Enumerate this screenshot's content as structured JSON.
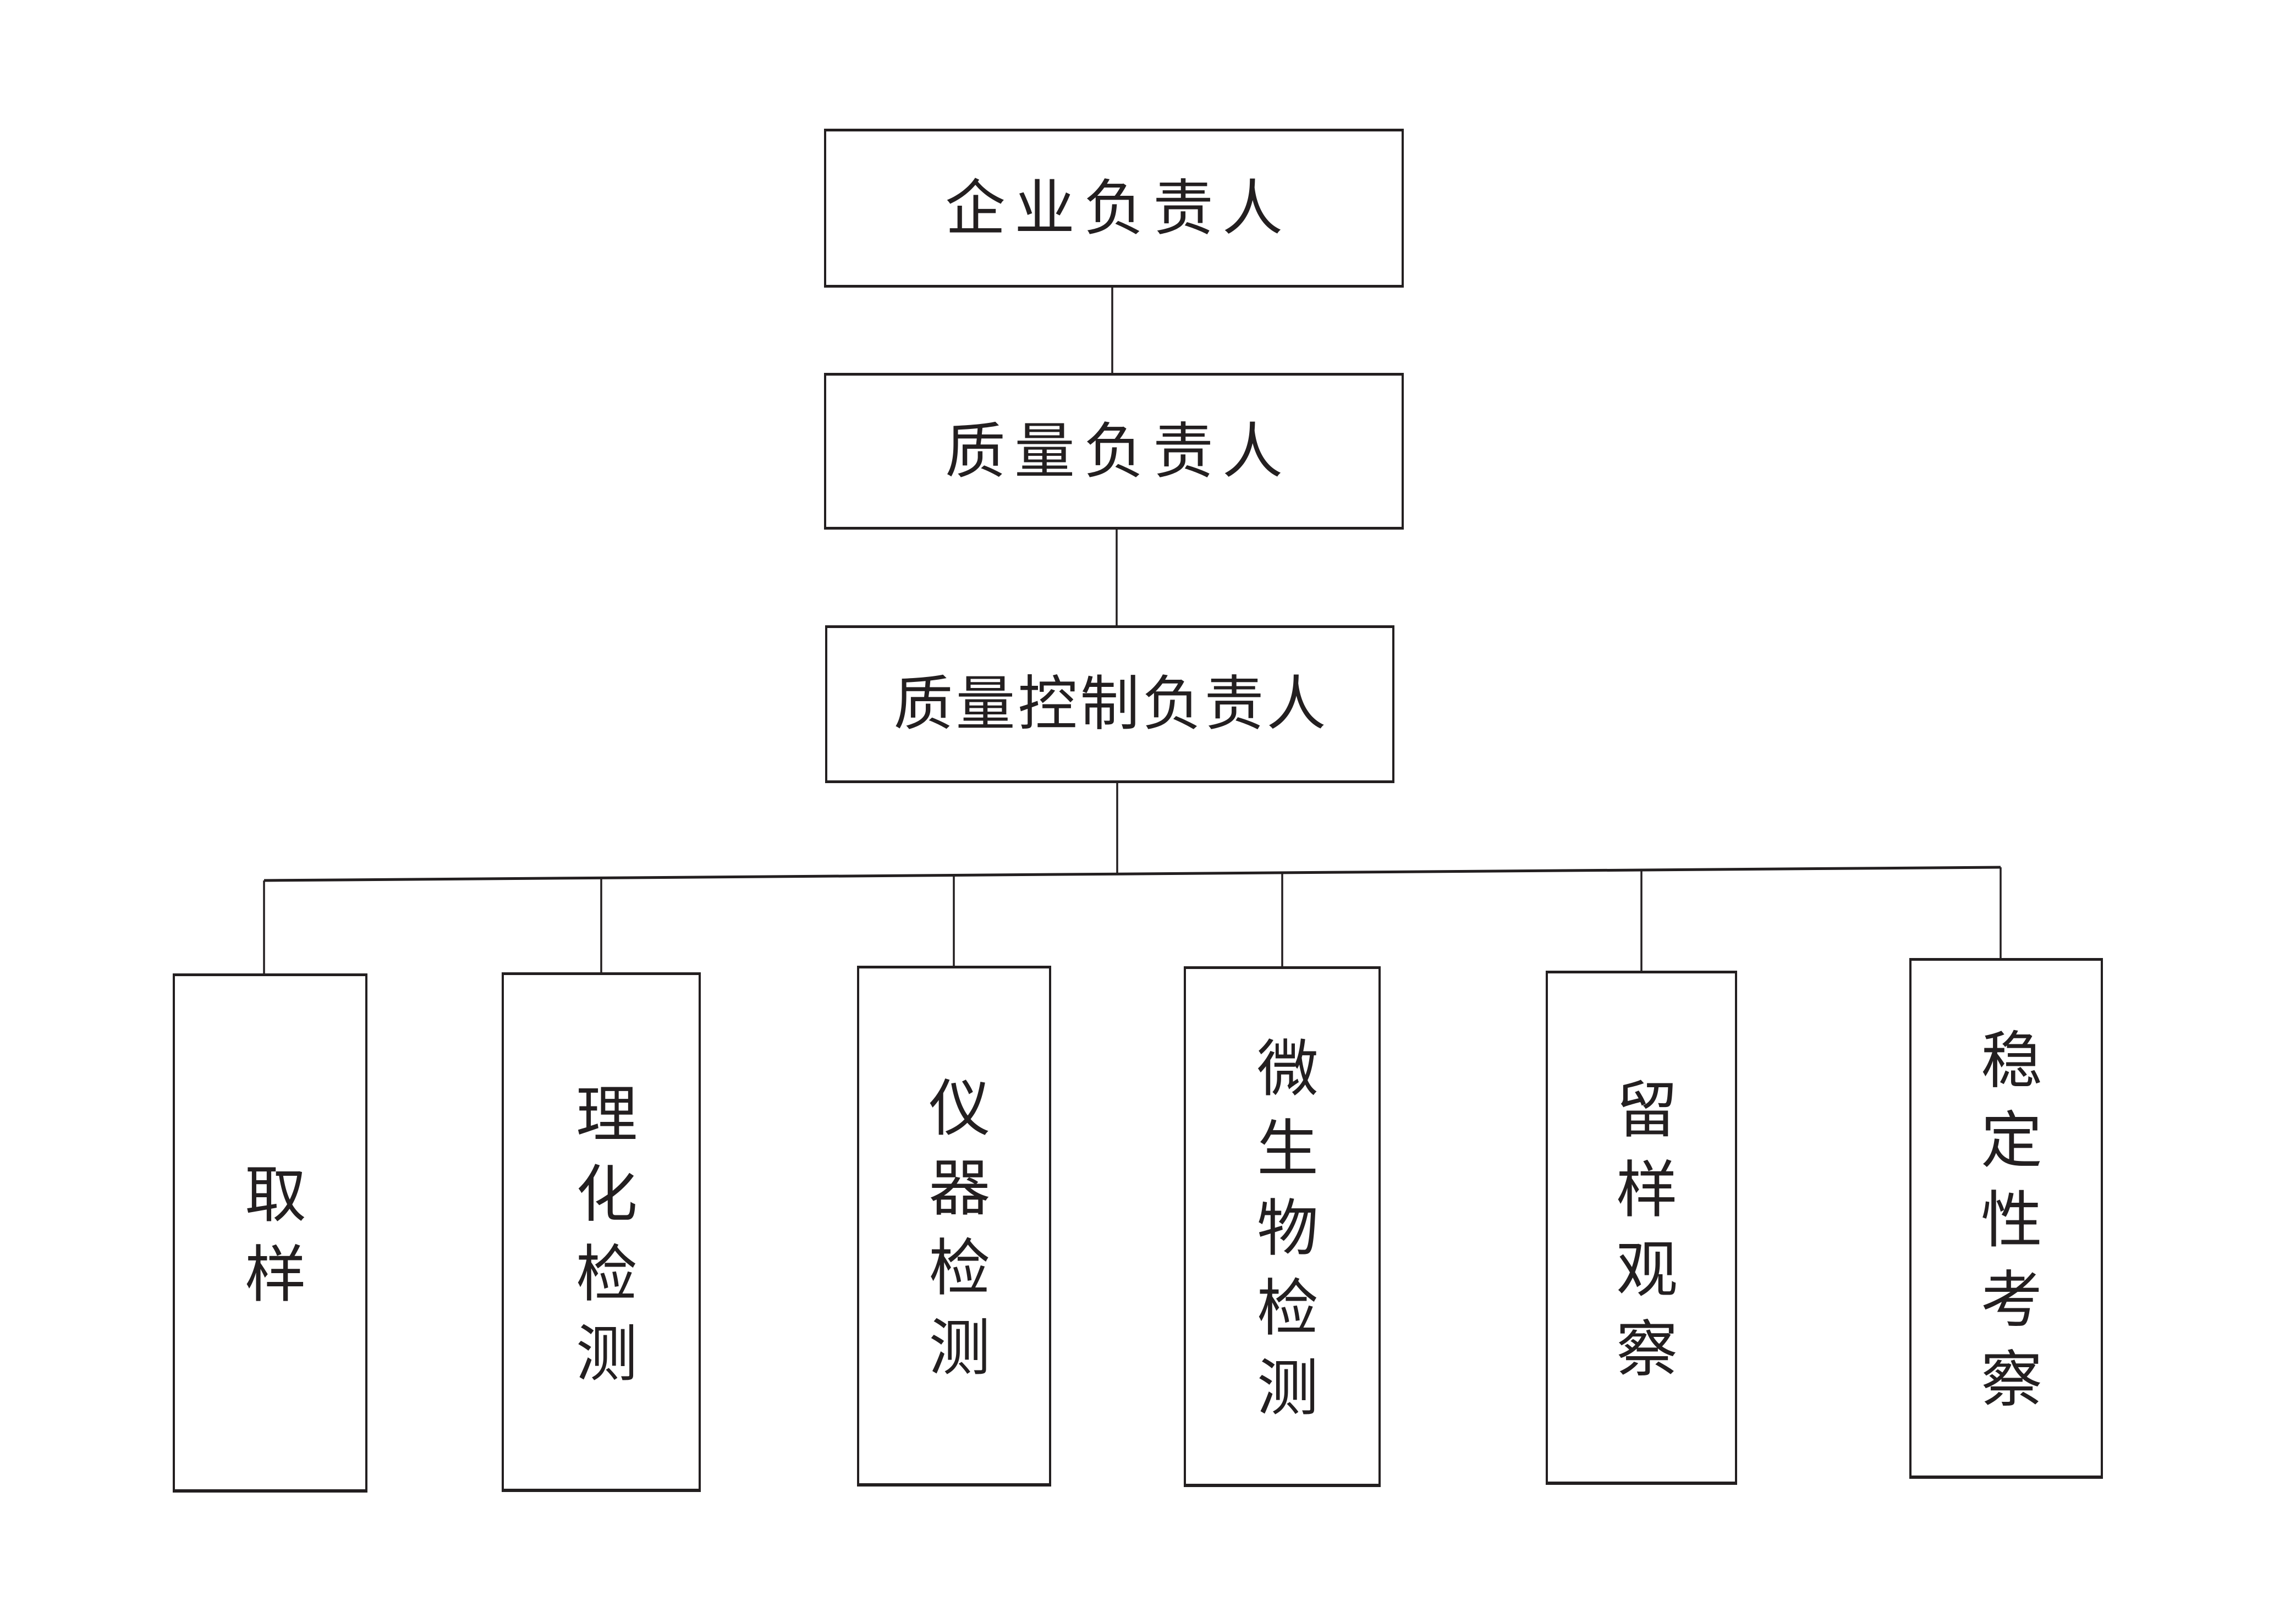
{
  "diagram": {
    "type": "org-chart",
    "title": "",
    "levels": {
      "level1": {
        "label": "企业负责人"
      },
      "level2": {
        "label": "质量负责人"
      },
      "level3": {
        "label": "质量控制负责人"
      }
    },
    "children": [
      {
        "label": "取样"
      },
      {
        "label": "理化检测"
      },
      {
        "label": "仪器检测"
      },
      {
        "label": "微生物检测"
      },
      {
        "label": "留样观察"
      },
      {
        "label": "稳定性考察"
      }
    ],
    "colors": {
      "line": "#231f20",
      "box_border": "#231f20",
      "box_fill": "#ffffff",
      "background": "#ffffff"
    }
  }
}
